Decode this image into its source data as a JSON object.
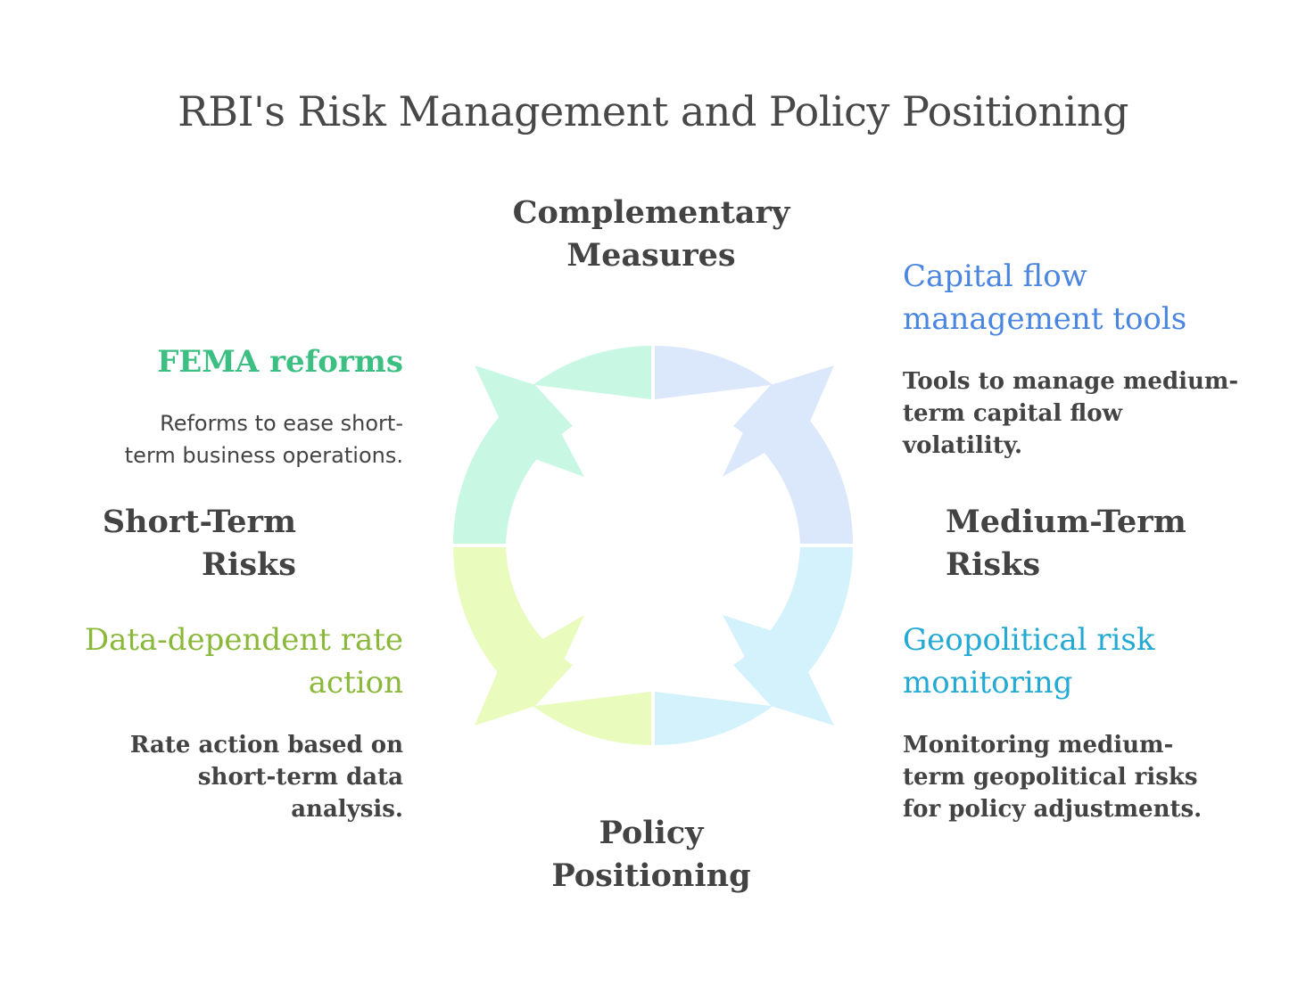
{
  "title": "RBI's Risk Management and Policy Positioning",
  "axes": {
    "top": [
      "Complementary",
      "Measures"
    ],
    "bottom": [
      "Policy",
      "Positioning"
    ],
    "left": [
      "Short-Term",
      "Risks"
    ],
    "right": [
      "Medium-Term",
      "Risks"
    ]
  },
  "items": {
    "fema": {
      "title": "FEMA reforms",
      "desc": [
        "Reforms to ease short-",
        "term business operations."
      ],
      "color": "#3cbf82",
      "fill": "#c8f8e4"
    },
    "capital": {
      "title": [
        "Capital flow",
        "management tools"
      ],
      "desc": [
        "Tools to manage medium-",
        "term capital flow",
        "volatility."
      ],
      "color": "#4a86e0",
      "fill": "#dbe7fb"
    },
    "data": {
      "title": [
        "Data-dependent rate",
        "action"
      ],
      "desc": [
        "Rate action based on",
        "short-term data",
        "analysis."
      ],
      "color": "#8ab83a",
      "fill": "#e9fbbd"
    },
    "geo": {
      "title": [
        "Geopolitical risk",
        "monitoring"
      ],
      "desc": [
        "Monitoring medium-",
        "term geopolitical risks",
        "for policy adjustments."
      ],
      "color": "#22a9d4",
      "fill": "#d3f2fc"
    }
  }
}
